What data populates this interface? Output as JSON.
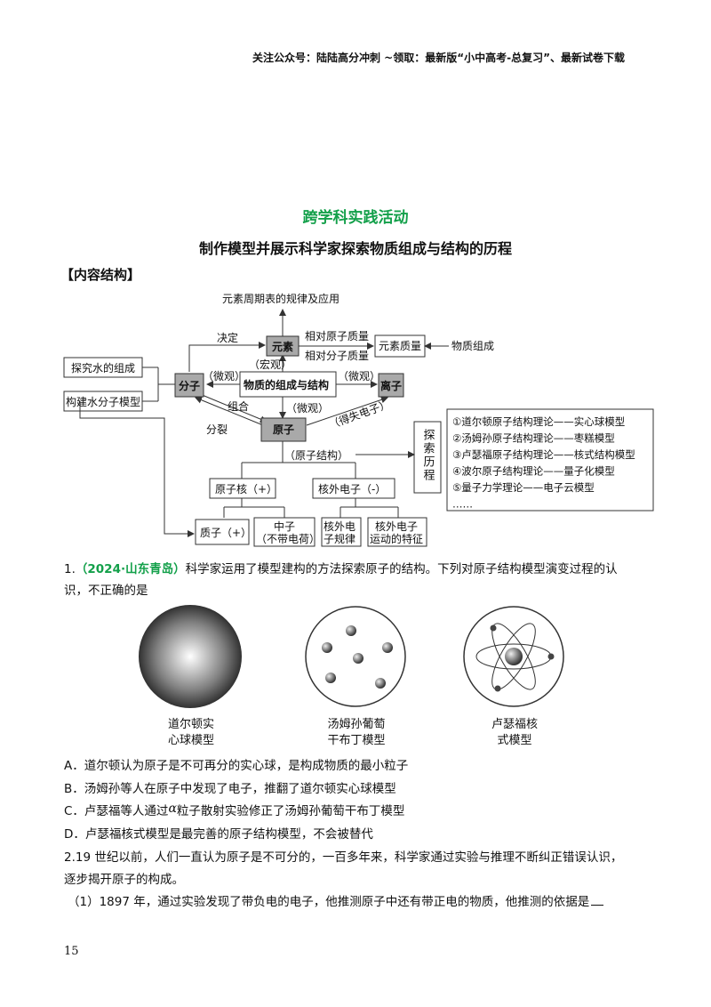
{
  "header_note": "关注公众号：陆陆高分冲刺  ~领取：最新版“小中高考-总复习”、最新试卷下载",
  "title": "跨学科实践活动",
  "subtitle": "制作模型并展示科学家探索物质组成与结构的历程",
  "section_label": "【内容结构】",
  "diagram": {
    "top_label": "元素周期表的规律及应用",
    "element": "元素",
    "decide": "决定",
    "rel_mass_atom": "相对原子质量",
    "rel_mass_molecule": "相对分子质量",
    "element_mass": "元素质量",
    "substance_composition": "物质组成",
    "explore_water": "探究水的组成",
    "build_water_model": "构建水分子模型",
    "molecule": "分子",
    "micro1": "（微观）",
    "macro": "（宏观）",
    "micro2": "（微观）",
    "composition_structure": "物质的组成与结构",
    "ion": "离子",
    "combine": "组合",
    "split": "分裂",
    "micro3": "（微观）",
    "atom": "原子",
    "gain_lose_electron": "（得失电子）",
    "atomic_structure": "（原子结构）",
    "explore_history": "探索历程",
    "history_items": [
      "①道尔顿原子结构理论——实心球模型",
      "②汤姆孙原子结构理论——枣糕模型",
      "③卢瑟福原子结构理论——核式结构模型",
      "④波尔原子结构理论——量子化模型",
      "⑤量子力学理论——电子云模型",
      "……"
    ],
    "nucleus": "原子核（+）",
    "outer_electron": "核外电子（-）",
    "proton": "质子（+）",
    "neutron_1": "中子",
    "neutron_2": "（不带电荷）",
    "electron_rule_1": "核外电",
    "electron_rule_2": "子规律",
    "electron_motion_1": "核外电子",
    "electron_motion_2": "运动的特征"
  },
  "q1": {
    "number": "1.",
    "source": "（2024·山东青岛）",
    "stem_1": "科学家运用了模型建构的方法探索原子的结构。下列对原子结构模型演变过程的认",
    "stem_2": "识，不正确的是",
    "models": [
      {
        "line1": "道尔顿实",
        "line2": "心球模型"
      },
      {
        "line1": "汤姆孙葡萄",
        "line2": "干布丁模型"
      },
      {
        "line1": "卢瑟福核",
        "line2": "式模型"
      }
    ],
    "options": [
      "A．道尔顿认为原子是不可再分的实心球，是构成物质的最小粒子",
      "B．汤姆孙等人在原子中发现了电子，推翻了道尔顿实心球模型",
      "C．卢瑟福等人通过",
      "粒子散射实验修正了汤姆孙葡萄干布丁模型",
      "D．卢瑟福核式模型是最完善的原子结构模型，不会被替代"
    ],
    "alpha": "α"
  },
  "q2": {
    "line_1": "2.19 世纪以前，人们一直认为原子是不可分的，一百多年来，科学家通过实验与推理不断纠正错误认识，",
    "line_2": "逐步揭开原子的构成。",
    "sub_1": "（1）1897 年，通过实验发现了带负电的电子，他推测原子中还有带正电的物质，他推测的依据是"
  },
  "page_number": "15"
}
